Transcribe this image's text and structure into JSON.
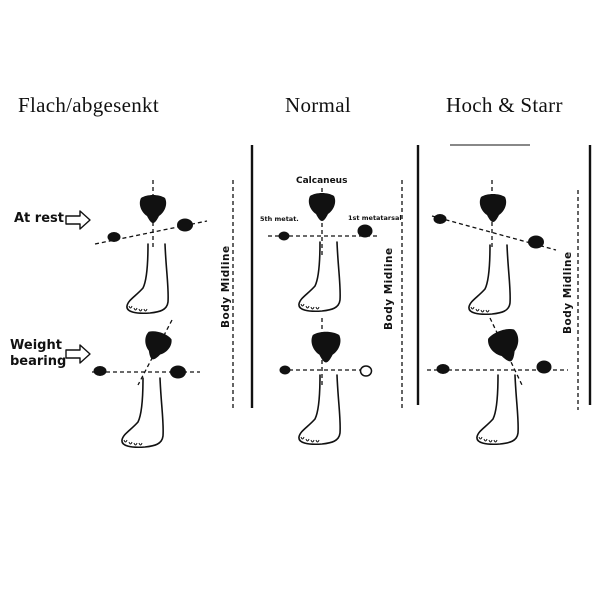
{
  "headings": [
    "Flach/abgesenkt",
    "Normal",
    "Hoch & Starr"
  ],
  "row_labels": {
    "rest": "At rest",
    "weight": [
      "Weight",
      "bearing"
    ]
  },
  "annotations": {
    "calcaneus": "Calcaneus",
    "fifth_metatarsal": "5th metat.",
    "first_metatarsal": "1st metatarsal"
  },
  "midline_label": "Body Midline",
  "colors": {
    "ink": "#111111",
    "background": "#ffffff"
  }
}
